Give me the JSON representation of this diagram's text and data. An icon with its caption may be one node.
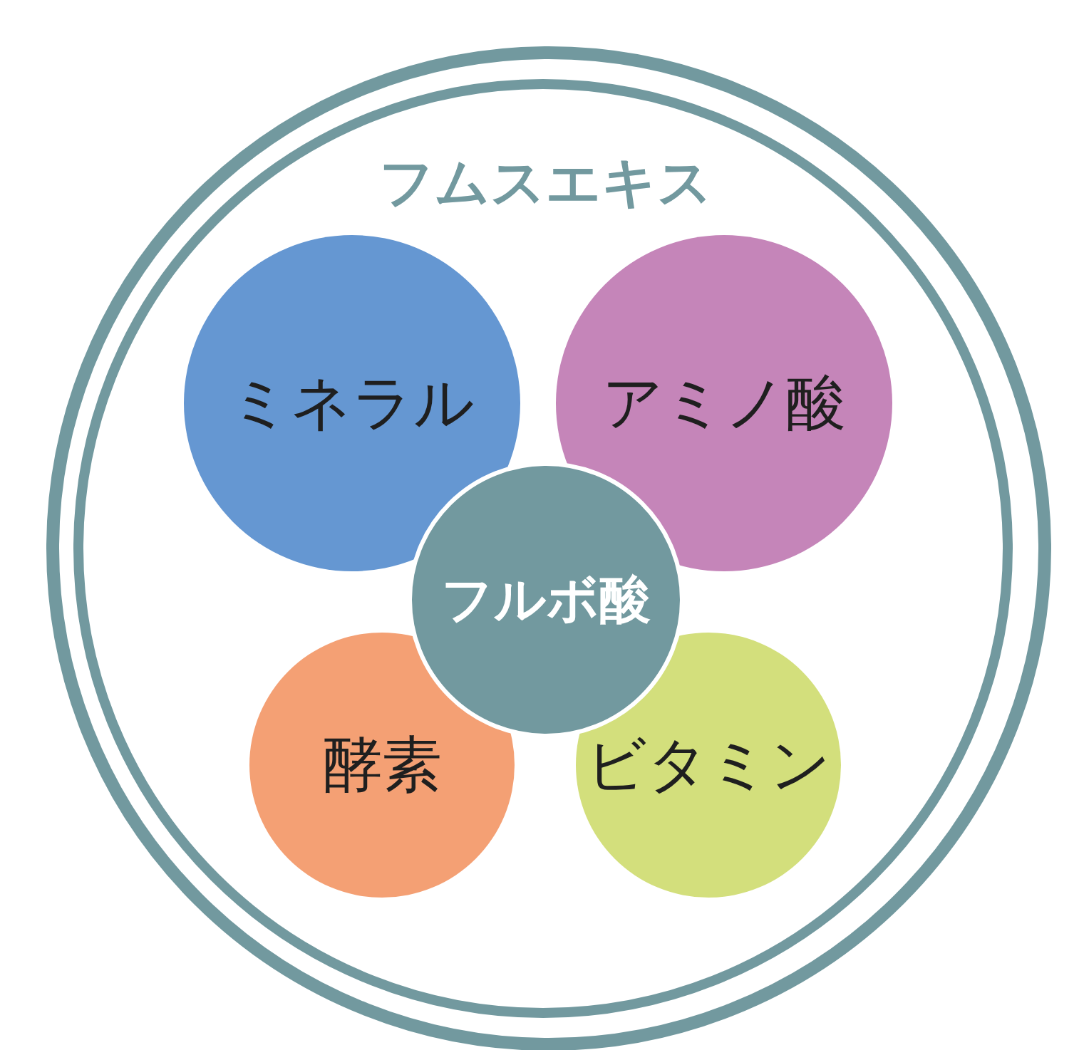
{
  "diagram": {
    "nodes": [
      {
        "text": [
          "フムスエキス"
        ]
      },
      {
        "text": [
          "ミネラル"
        ],
        "in": 0
      },
      {
        "text": [
          "アミノ酸"
        ],
        "in": 0
      },
      {
        "text": [
          "フルボ酸"
        ],
        "in": 0
      },
      {
        "text": [
          "酵素"
        ],
        "in": 0
      },
      {
        "text": [
          "ビタミン"
        ],
        "in": 0
      }
    ]
  }
}
